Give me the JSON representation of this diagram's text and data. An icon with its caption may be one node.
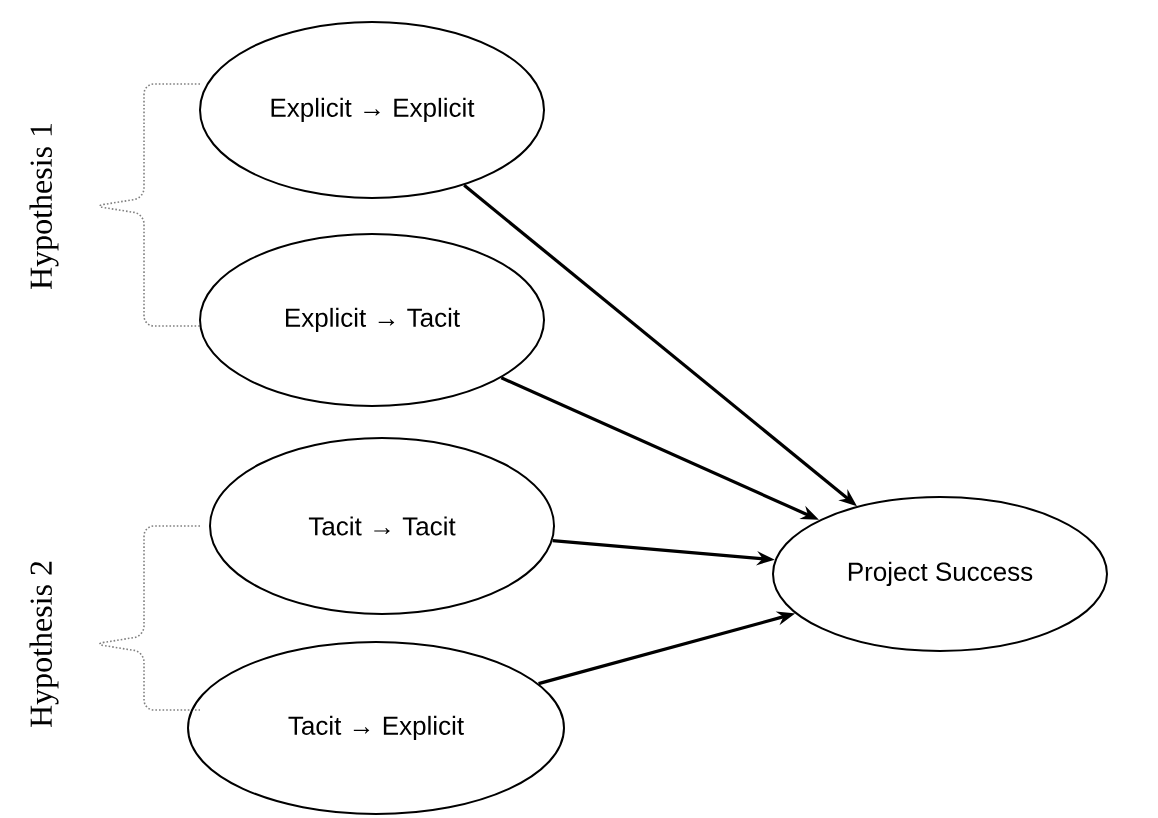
{
  "diagram": {
    "nodes": [
      {
        "text": [
          "Explicit → Explicit"
        ]
      },
      {
        "text": [
          "Explicit → Tacit"
        ]
      },
      {
        "text": [
          "Tacit → Tacit"
        ]
      },
      {
        "text": [
          "Tacit → Explicit"
        ]
      },
      {
        "text": [
          "Project Success"
        ]
      }
    ],
    "edges": [
      {
        "from": 0,
        "to": 4,
        "arrow": "to"
      },
      {
        "from": 1,
        "to": 4,
        "arrow": "to"
      },
      {
        "from": 2,
        "to": 4,
        "arrow": "to"
      },
      {
        "from": 3,
        "to": 4,
        "arrow": "to"
      }
    ],
    "labels": [
      "Hypothesis 1",
      "Hypothesis 2"
    ]
  }
}
